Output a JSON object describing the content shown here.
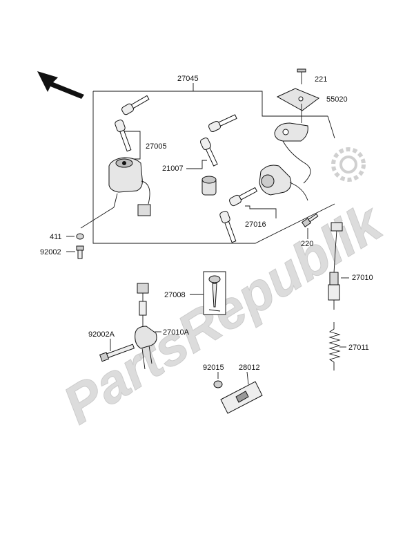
{
  "watermark": {
    "text": "PartsRepublik"
  },
  "parts": {
    "p27045": "27045",
    "p221": "221",
    "p55020": "55020",
    "p27005": "27005",
    "p21007": "21007",
    "p27016": "27016",
    "p411": "411",
    "p92002": "92002",
    "p220": "220",
    "p27010": "27010",
    "p27008": "27008",
    "p92002A": "92002A",
    "p27010A": "27010A",
    "p27011": "27011",
    "p92015": "92015",
    "p28012": "28012"
  },
  "icons": {
    "direction": "front-direction-arrow-icon",
    "gear": "gear-icon"
  }
}
